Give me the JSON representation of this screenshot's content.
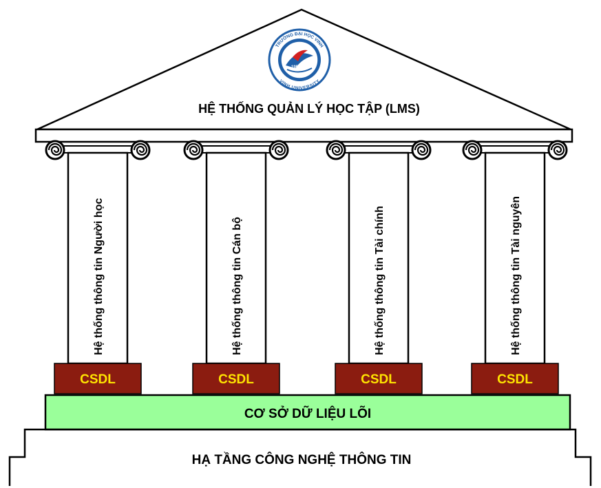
{
  "roof": {
    "title": "HỆ THỐNG QUẢN LÝ HỌC TẬP (LMS)"
  },
  "logo": {
    "text_top": "TRƯỜNG ĐẠI HỌC VINH",
    "text_bottom": "VINH UNIVERSITY",
    "year": "1959",
    "ring_color": "#1f5fa8",
    "accent_color": "#d32020"
  },
  "pillars": [
    {
      "label": "Hệ thống thông tin Người học",
      "db_label": "CSDL"
    },
    {
      "label": "Hệ thống thông tin Cán bộ",
      "db_label": "CSDL"
    },
    {
      "label": "Hệ thống thông tin Tài chính",
      "db_label": "CSDL"
    },
    {
      "label": "Hệ thống thông tin Tài nguyên",
      "db_label": "CSDL"
    }
  ],
  "core": {
    "label": "CƠ SỞ DỮ LIỆU LÕI"
  },
  "foundation": {
    "label": "HẠ TẦNG CÔNG NGHỆ THÔNG TIN"
  },
  "colors": {
    "db_fill": "#8b1c10",
    "db_text": "#ffe500",
    "core_fill": "#9aff9a",
    "line": "#000000"
  }
}
